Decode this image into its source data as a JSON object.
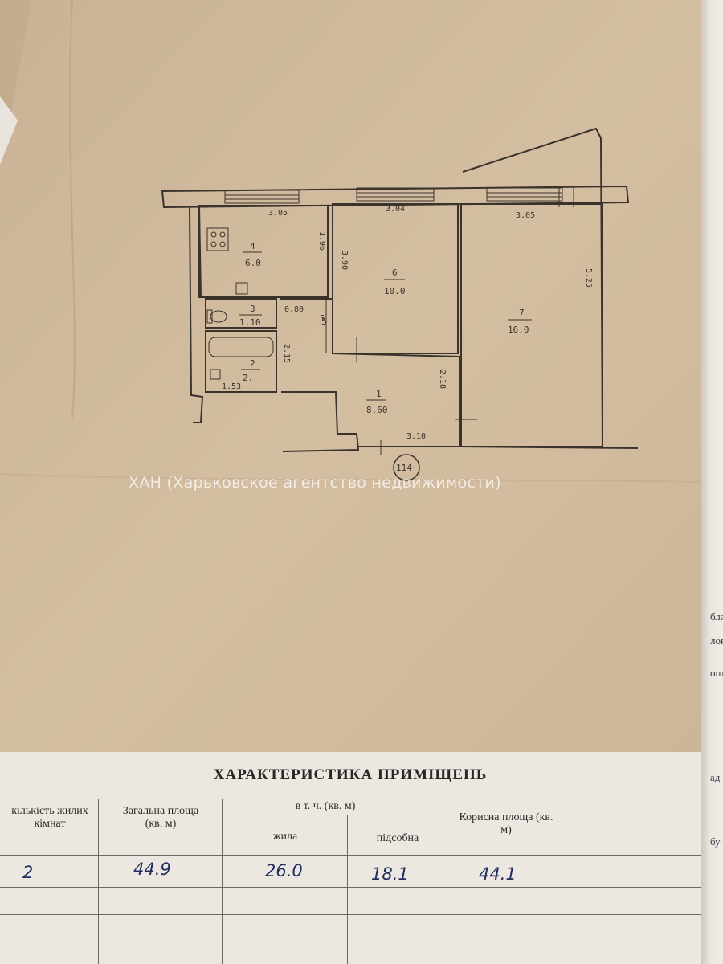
{
  "plan": {
    "rooms": [
      {
        "id": "4",
        "area": "6.0"
      },
      {
        "id": "6",
        "area": "10.0"
      },
      {
        "id": "7",
        "area": "16.0"
      },
      {
        "id": "3",
        "area": "1.10"
      },
      {
        "id": "2",
        "area": "2."
      },
      {
        "id": "1",
        "area": "8.60"
      },
      {
        "id": "5",
        "area": ""
      }
    ],
    "dimensions": {
      "d_305_left": "3.05",
      "d_304": "3.04",
      "d_305_right": "3.05",
      "d_196": "1.96",
      "d_390": "3.90",
      "d_525": "5.25",
      "d_080": "0.80",
      "d_215": "2.15",
      "d_218": "2.18",
      "d_153": "1.53",
      "d_310": "3.10"
    },
    "apartment_number": "114"
  },
  "watermark": "ХАН (Харьковское агентство недвижимости)",
  "table": {
    "title": "ХАРАКТЕРИСТИКА ПРИМІЩЕНЬ",
    "headers": {
      "rooms_count": "кількість жилих кімнат",
      "total_area": "Загальна площа (кв. м)",
      "incl": "в т. ч. (кв. м)",
      "living": "жила",
      "auxiliary": "підсобна",
      "useful_area": "Корисна площа (кв. м)"
    },
    "values": {
      "rooms_count": "2",
      "total_area": "44.9",
      "living": "26.0",
      "auxiliary": "18.1",
      "useful_area": "44.1"
    }
  },
  "side_fragments": [
    "бла",
    "лов",
    "опл",
    "ад",
    "бу"
  ]
}
